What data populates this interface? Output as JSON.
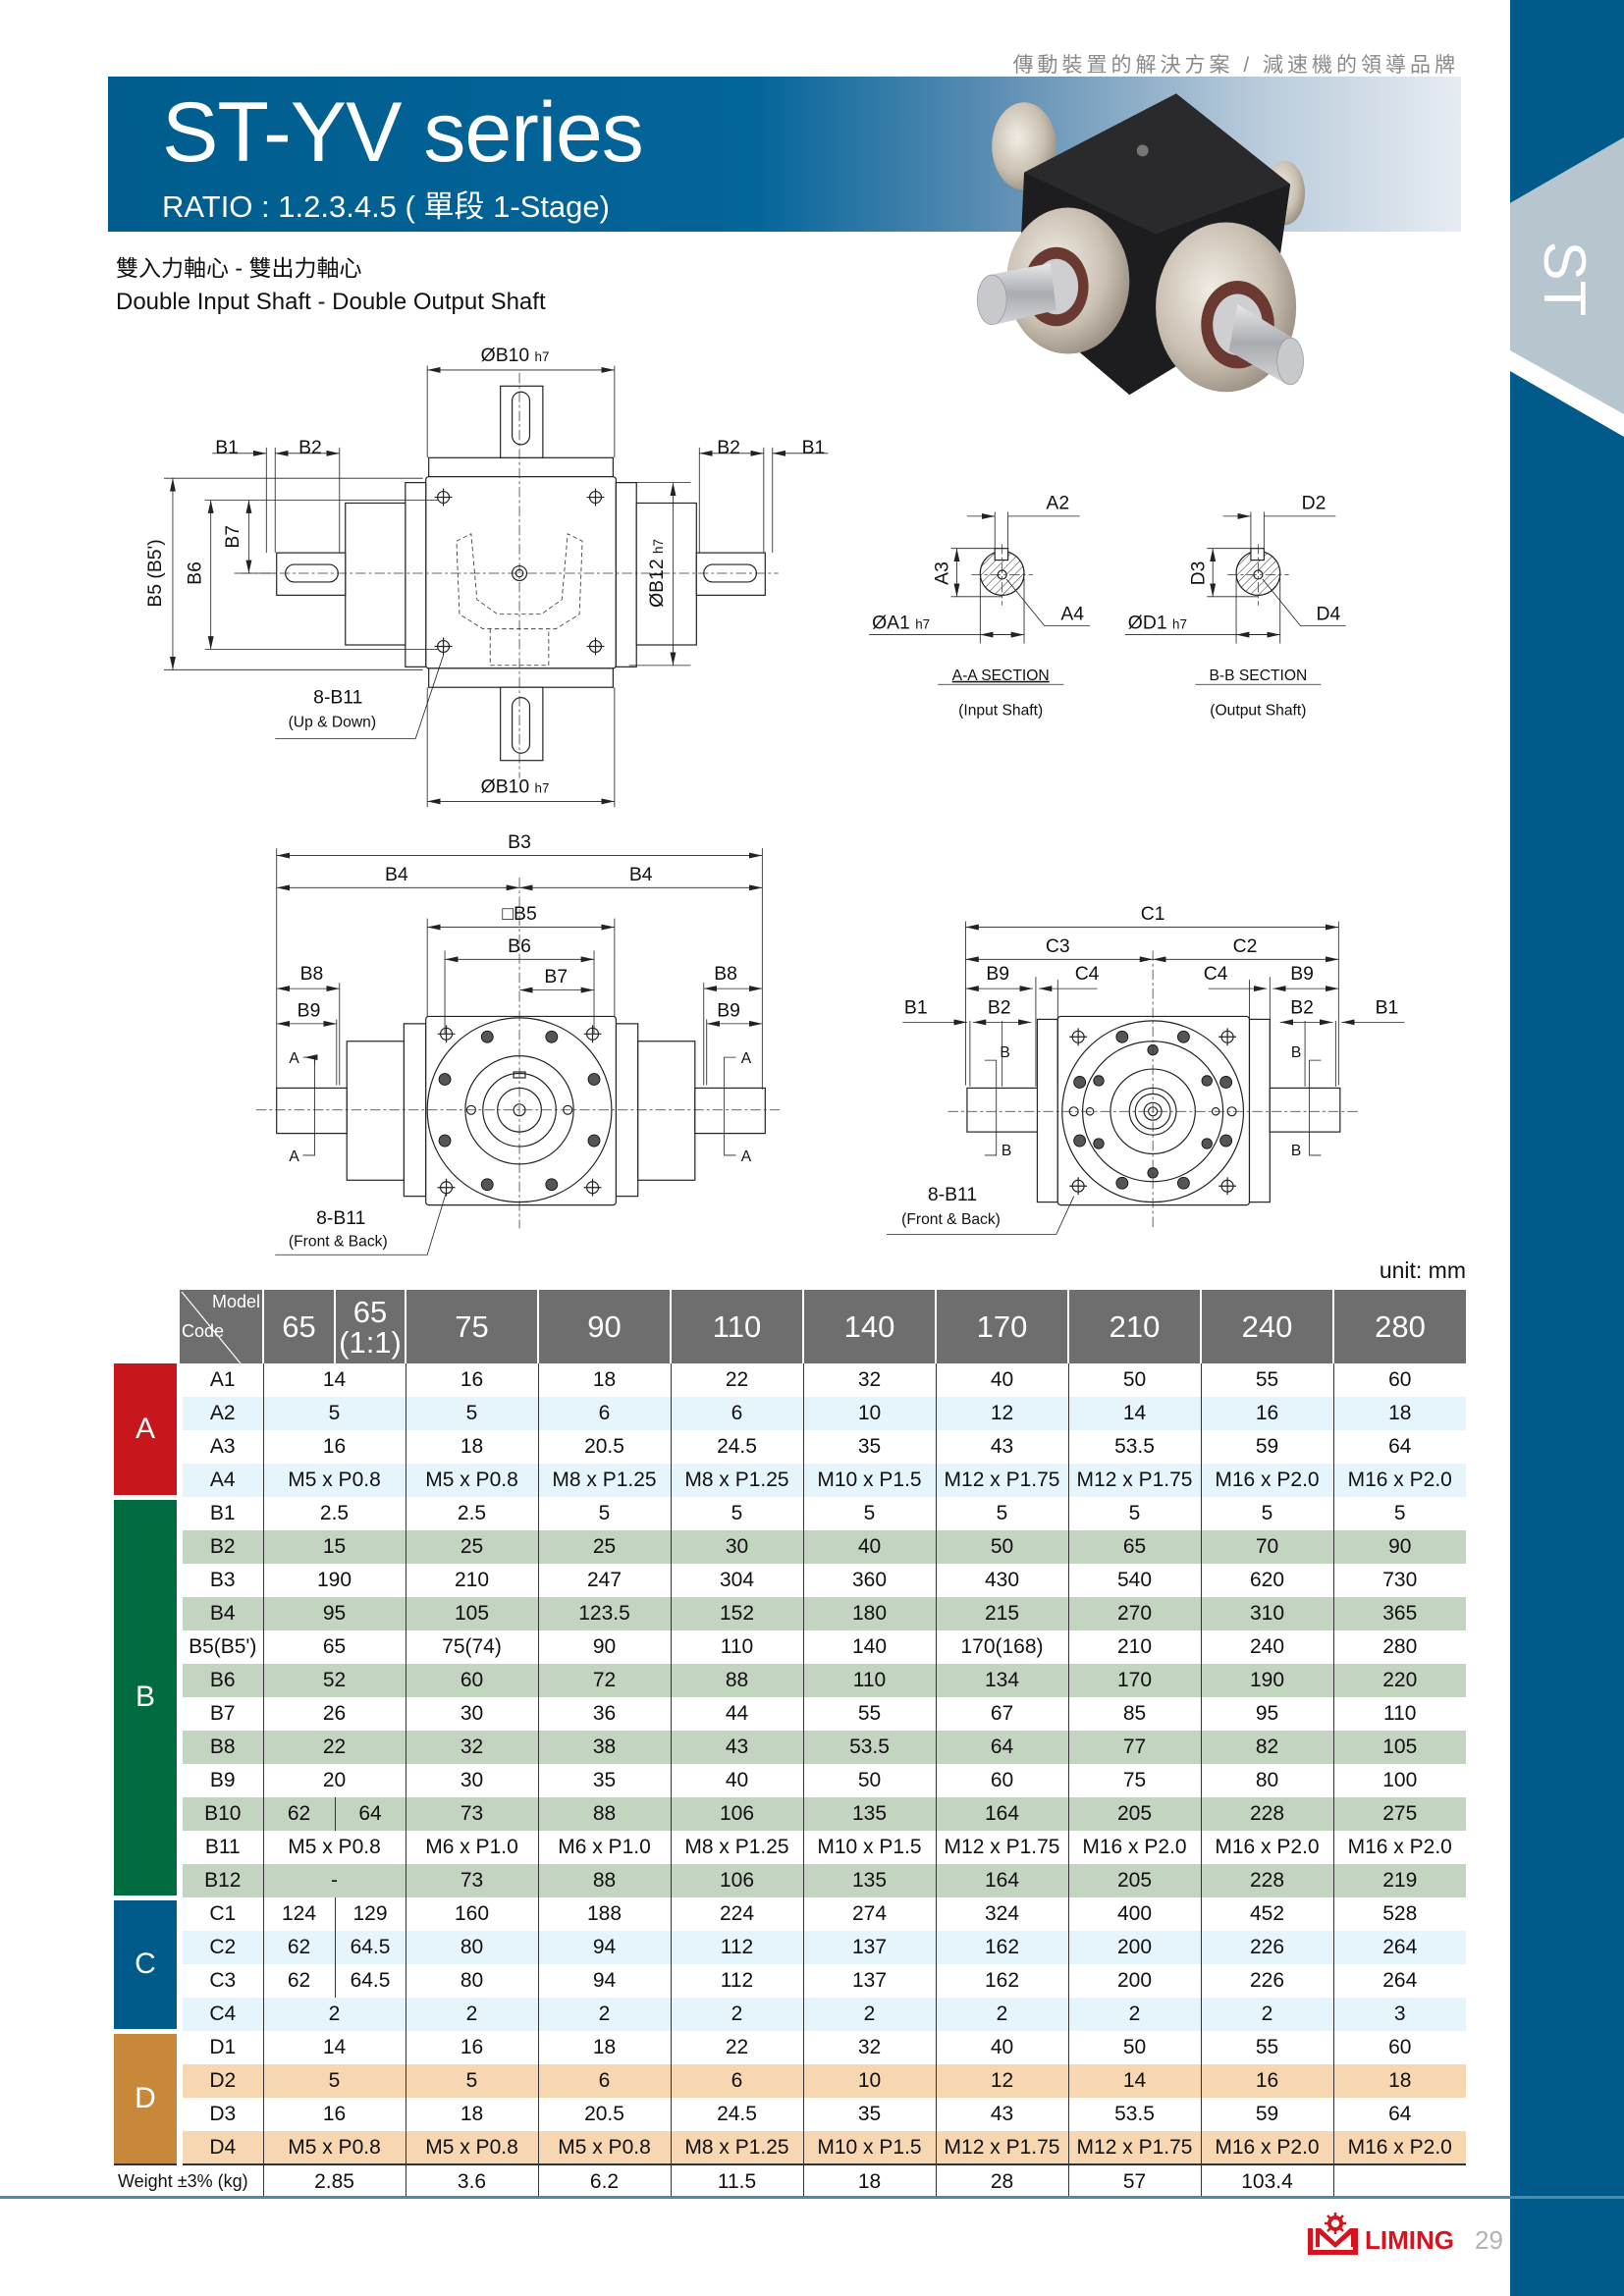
{
  "header": {
    "tagline": "傳動裝置的解決方案 / 減速機的領導品牌",
    "title": "ST-YV series",
    "ratio": "RATIO : 1.2.3.4.5 ( 單段 1-Stage)",
    "subtitle_zh": "雙入力軸心 - 雙出力軸心",
    "subtitle_en": "Double Input Shaft - Double Output Shaft",
    "side_tab": "ST",
    "banner_color": "#005d8e"
  },
  "drawings": {
    "top_view": {
      "b10_top": "ØB10",
      "b10_bottom": "ØB10",
      "tol": "h7",
      "b1_left": "B1",
      "b2_left": "B2",
      "b2_right": "B2",
      "b1_right": "B1",
      "b5": "B5 (B5')",
      "b6": "B6",
      "b7": "B7",
      "b12": "ØB12",
      "b11_note": "8-B11",
      "b11_sub": "(Up & Down)"
    },
    "section_a": {
      "a2": "A2",
      "a3": "A3",
      "a1": "ØA1",
      "tol": "h7",
      "a4": "A4",
      "title": "A-A SECTION",
      "subtitle": "(Input Shaft)"
    },
    "section_b": {
      "d2": "D2",
      "d3": "D3",
      "d1": "ØD1",
      "tol": "h7",
      "d4": "D4",
      "title": "B-B SECTION",
      "subtitle": "(Output Shaft)"
    },
    "front_view": {
      "b3": "B3",
      "b4_left": "B4",
      "b4_right": "B4",
      "b5": "□B5",
      "b6": "B6",
      "b7": "B7",
      "b8_left": "B8",
      "b9_left": "B9",
      "b8_right": "B8",
      "b9_right": "B9",
      "section_mark": "A",
      "b11_note": "8-B11",
      "b11_sub": "(Front & Back)"
    },
    "side_view": {
      "c1": "C1",
      "c3": "C3",
      "c2": "C2",
      "c4_left": "C4",
      "c4_right": "C4",
      "b9_left": "B9",
      "b9_right": "B9",
      "b1_left": "B1",
      "b2_left": "B2",
      "b2_right": "B2",
      "b1_right": "B1",
      "section_mark": "B",
      "b11_note": "8-B11",
      "b11_sub": "(Front & Back)"
    }
  },
  "unit": "unit: mm",
  "table": {
    "model_label": "Model",
    "code_label": "Code",
    "models": [
      {
        "label": "65"
      },
      {
        "label": "65",
        "sub": "(1:1)"
      },
      {
        "label": "75"
      },
      {
        "label": "90"
      },
      {
        "label": "110"
      },
      {
        "label": "140"
      },
      {
        "label": "170"
      },
      {
        "label": "210"
      },
      {
        "label": "240"
      },
      {
        "label": "280"
      }
    ],
    "groups": [
      {
        "letter": "A",
        "color": "#c8161d",
        "alt_color": "#e6f4fc",
        "rows": [
          {
            "code": "A1",
            "values": [
              "14",
              "16",
              "18",
              "22",
              "32",
              "40",
              "50",
              "55",
              "60"
            ]
          },
          {
            "code": "A2",
            "values": [
              "5",
              "5",
              "6",
              "6",
              "10",
              "12",
              "14",
              "16",
              "18"
            ]
          },
          {
            "code": "A3",
            "values": [
              "16",
              "18",
              "20.5",
              "24.5",
              "35",
              "43",
              "53.5",
              "59",
              "64"
            ]
          },
          {
            "code": "A4",
            "values": [
              "M5 x P0.8",
              "M5 x P0.8",
              "M8 x P1.25",
              "M8 x P1.25",
              "M10 x P1.5",
              "M12 x P1.75",
              "M12 x P1.75",
              "M16 x P2.0",
              "M16 x P2.0"
            ]
          }
        ]
      },
      {
        "letter": "B",
        "color": "#006b3f",
        "alt_color": "#c3d4c0",
        "rows": [
          {
            "code": "B1",
            "values": [
              "2.5",
              "2.5",
              "5",
              "5",
              "5",
              "5",
              "5",
              "5",
              "5"
            ]
          },
          {
            "code": "B2",
            "values": [
              "15",
              "25",
              "25",
              "30",
              "40",
              "50",
              "65",
              "70",
              "90"
            ]
          },
          {
            "code": "B3",
            "values": [
              "190",
              "210",
              "247",
              "304",
              "360",
              "430",
              "540",
              "620",
              "730"
            ]
          },
          {
            "code": "B4",
            "values": [
              "95",
              "105",
              "123.5",
              "152",
              "180",
              "215",
              "270",
              "310",
              "365"
            ]
          },
          {
            "code": "B5(B5')",
            "values": [
              "65",
              "75(74)",
              "90",
              "110",
              "140",
              "170(168)",
              "210",
              "240",
              "280"
            ]
          },
          {
            "code": "B6",
            "values": [
              "52",
              "60",
              "72",
              "88",
              "110",
              "134",
              "170",
              "190",
              "220"
            ]
          },
          {
            "code": "B7",
            "values": [
              "26",
              "30",
              "36",
              "44",
              "55",
              "67",
              "85",
              "95",
              "110"
            ]
          },
          {
            "code": "B8",
            "values": [
              "22",
              "32",
              "38",
              "43",
              "53.5",
              "64",
              "77",
              "82",
              "105"
            ]
          },
          {
            "code": "B9",
            "values": [
              "20",
              "30",
              "35",
              "40",
              "50",
              "60",
              "75",
              "80",
              "100"
            ]
          },
          {
            "code": "B10",
            "values": [
              "62",
              "64",
              "73",
              "88",
              "106",
              "135",
              "164",
              "205",
              "228",
              "275"
            ]
          },
          {
            "code": "B11",
            "values": [
              "M5 x P0.8",
              "M6 x P1.0",
              "M6 x P1.0",
              "M8 x P1.25",
              "M10 x P1.5",
              "M12 x P1.75",
              "M16 x P2.0",
              "M16 x P2.0",
              "M16 x P2.0"
            ]
          },
          {
            "code": "B12",
            "values": [
              "-",
              "73",
              "88",
              "106",
              "135",
              "164",
              "205",
              "228",
              "219"
            ]
          }
        ]
      },
      {
        "letter": "C",
        "color": "#005a8a",
        "alt_color": "#e6f4fc",
        "rows": [
          {
            "code": "C1",
            "values": [
              "124",
              "129",
              "160",
              "188",
              "224",
              "274",
              "324",
              "400",
              "452",
              "528"
            ]
          },
          {
            "code": "C2",
            "values": [
              "62",
              "64.5",
              "80",
              "94",
              "112",
              "137",
              "162",
              "200",
              "226",
              "264"
            ]
          },
          {
            "code": "C3",
            "values": [
              "62",
              "64.5",
              "80",
              "94",
              "112",
              "137",
              "162",
              "200",
              "226",
              "264"
            ]
          },
          {
            "code": "C4",
            "values": [
              "2",
              "2",
              "2",
              "2",
              "2",
              "2",
              "2",
              "2",
              "3"
            ]
          }
        ]
      },
      {
        "letter": "D",
        "color": "#c8883a",
        "alt_color": "#f7d6b2",
        "rows": [
          {
            "code": "D1",
            "values": [
              "14",
              "16",
              "18",
              "22",
              "32",
              "40",
              "50",
              "55",
              "60"
            ]
          },
          {
            "code": "D2",
            "values": [
              "5",
              "5",
              "6",
              "6",
              "10",
              "12",
              "14",
              "16",
              "18"
            ]
          },
          {
            "code": "D3",
            "values": [
              "16",
              "18",
              "20.5",
              "24.5",
              "35",
              "43",
              "53.5",
              "59",
              "64"
            ]
          },
          {
            "code": "D4",
            "values": [
              "M5 x P0.8",
              "M5 x P0.8",
              "M5 x P0.8",
              "M8 x P1.25",
              "M10 x P1.5",
              "M12 x P1.75",
              "M12 x P1.75",
              "M16 x P2.0",
              "M16 x P2.0"
            ]
          }
        ]
      }
    ],
    "weight": {
      "label": "Weight ±3% (kg)",
      "values": [
        "2.85",
        "3.6",
        "6.2",
        "11.5",
        "18",
        "28",
        "57",
        "103.4",
        ""
      ]
    }
  },
  "footer": {
    "brand": "LIMING",
    "page_number": "29",
    "brand_color": "#d4141e"
  }
}
